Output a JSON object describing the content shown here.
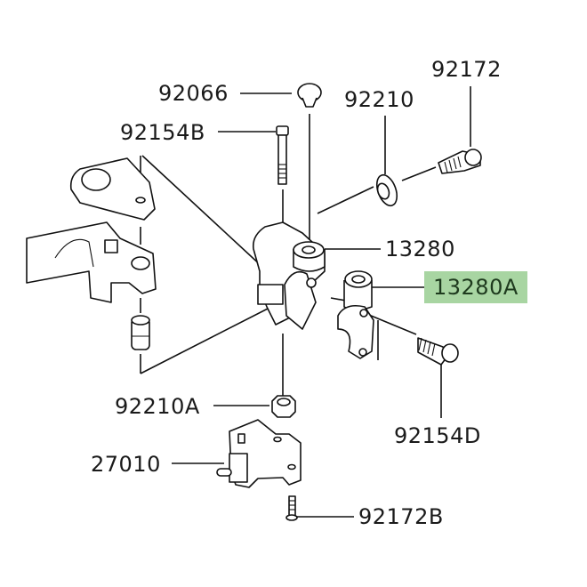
{
  "diagram": {
    "highlight_color": "#a8d5a2",
    "parts": [
      {
        "id": "92172",
        "label": "92172",
        "component": "screw-icon"
      },
      {
        "id": "92066",
        "label": "92066",
        "component": "cap-icon"
      },
      {
        "id": "92210",
        "label": "92210",
        "component": "washer-icon"
      },
      {
        "id": "92154B",
        "label": "92154B",
        "component": "bolt-icon"
      },
      {
        "id": "13280",
        "label": "13280",
        "component": "holder-icon"
      },
      {
        "id": "13280A",
        "label": "13280A",
        "component": "clamp-icon",
        "highlighted": true
      },
      {
        "id": "92210A",
        "label": "92210A",
        "component": "nut-icon"
      },
      {
        "id": "92154D",
        "label": "92154D",
        "component": "bolt-icon"
      },
      {
        "id": "27010",
        "label": "27010",
        "component": "switch-icon"
      },
      {
        "id": "92172B",
        "label": "92172B",
        "component": "screw-icon"
      }
    ]
  }
}
